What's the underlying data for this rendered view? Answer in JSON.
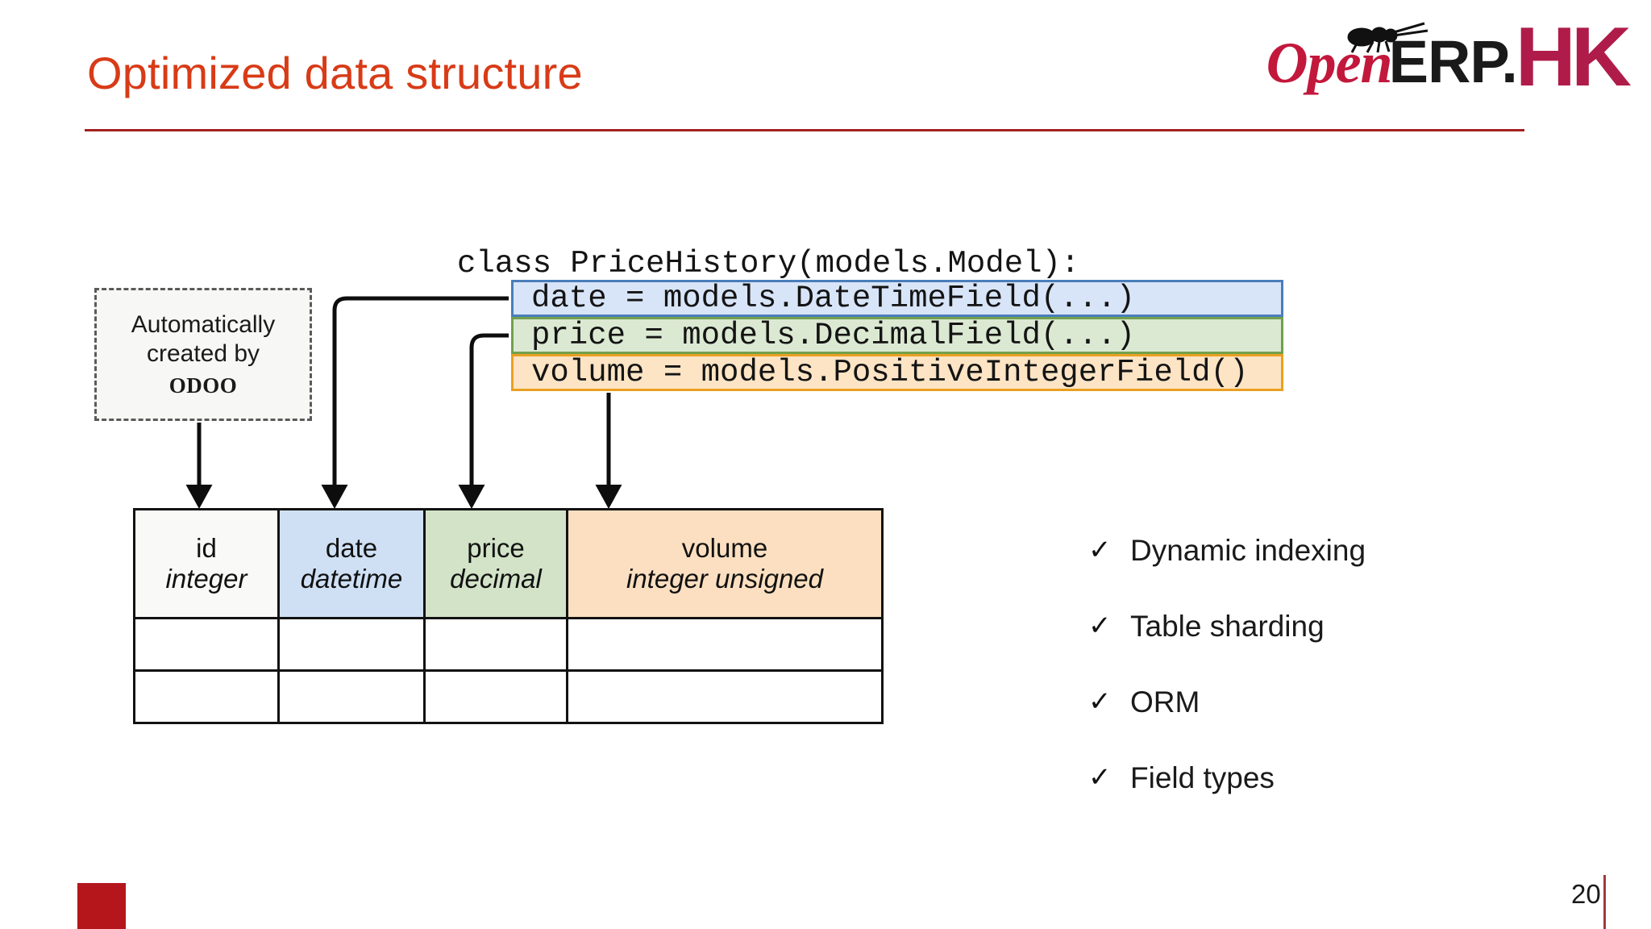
{
  "slide": {
    "title": "Optimized data structure",
    "page_number": "20",
    "accent_title_color": "#d83b17",
    "rule_color": "#a52020",
    "footer_square_color": "#b4161c"
  },
  "logo": {
    "open": "Open",
    "erp": "ERP.",
    "hk": "HK",
    "open_color": "#c2183c",
    "erp_color": "#1a1a1a",
    "hk_color": "#b01c4a"
  },
  "code": {
    "header": "class PriceHistory(models.Model):",
    "lines": [
      {
        "text": "date = models.DateTimeField(...)",
        "fill": "#d8e5f8",
        "border": "#4a7ebb"
      },
      {
        "text": "price = models.DecimalField(...)",
        "fill": "#dbe9d2",
        "border": "#72a04e"
      },
      {
        "text": "volume = models.PositiveIntegerField()",
        "fill": "#fce4c4",
        "border": "#eaa021"
      }
    ]
  },
  "note": {
    "text": "Automatically created by",
    "brand": "ODOO"
  },
  "table": {
    "columns": [
      {
        "name": "id",
        "type": "integer",
        "fill": "#f9f9f7"
      },
      {
        "name": "date",
        "type": "datetime",
        "fill": "#cfe0f5"
      },
      {
        "name": "price",
        "type": "decimal",
        "fill": "#d2e3c8"
      },
      {
        "name": "volume",
        "type": "integer unsigned",
        "fill": "#fbdfc0"
      }
    ],
    "empty_rows": 2
  },
  "features": {
    "check_glyph": "✓",
    "items": [
      {
        "label": "Dynamic indexing"
      },
      {
        "label": "Table sharding"
      },
      {
        "label": "ORM"
      },
      {
        "label": "Field types"
      }
    ]
  }
}
